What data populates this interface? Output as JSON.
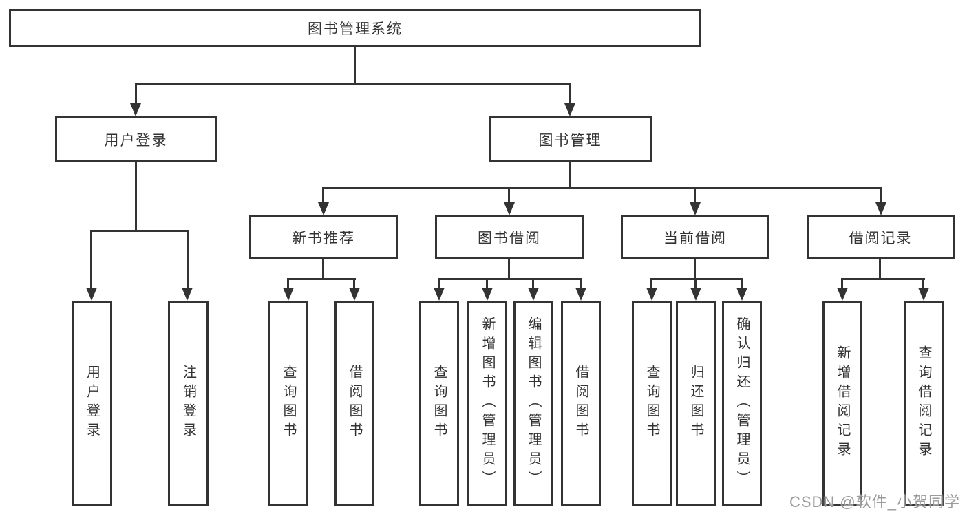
{
  "colors": {
    "line": "#333333",
    "watermark": "#9b9b9b",
    "background": "#ffffff"
  },
  "tree": {
    "root": {
      "label": "图书管理系统"
    },
    "branches": [
      {
        "label": "用户登录",
        "leaves": [
          {
            "label": "用户登录"
          },
          {
            "label": "注销登录"
          }
        ]
      },
      {
        "label": "图书管理",
        "sections": [
          {
            "label": "新书推荐",
            "leaves": [
              {
                "label": "查询图书"
              },
              {
                "label": "借阅图书"
              }
            ]
          },
          {
            "label": "图书借阅",
            "leaves": [
              {
                "label": "查询图书"
              },
              {
                "label": "新增图书（管理员）"
              },
              {
                "label": "编辑图书（管理员）"
              },
              {
                "label": "借阅图书"
              }
            ]
          },
          {
            "label": "当前借阅",
            "leaves": [
              {
                "label": "查询图书"
              },
              {
                "label": "归还图书"
              },
              {
                "label": "确认归还（管理员）"
              }
            ]
          },
          {
            "label": "借阅记录",
            "leaves": [
              {
                "label": "新增借阅记录"
              },
              {
                "label": "查询借阅记录"
              }
            ]
          }
        ]
      }
    ]
  },
  "watermark": {
    "text": "CSDN @软件_小贺同学"
  }
}
